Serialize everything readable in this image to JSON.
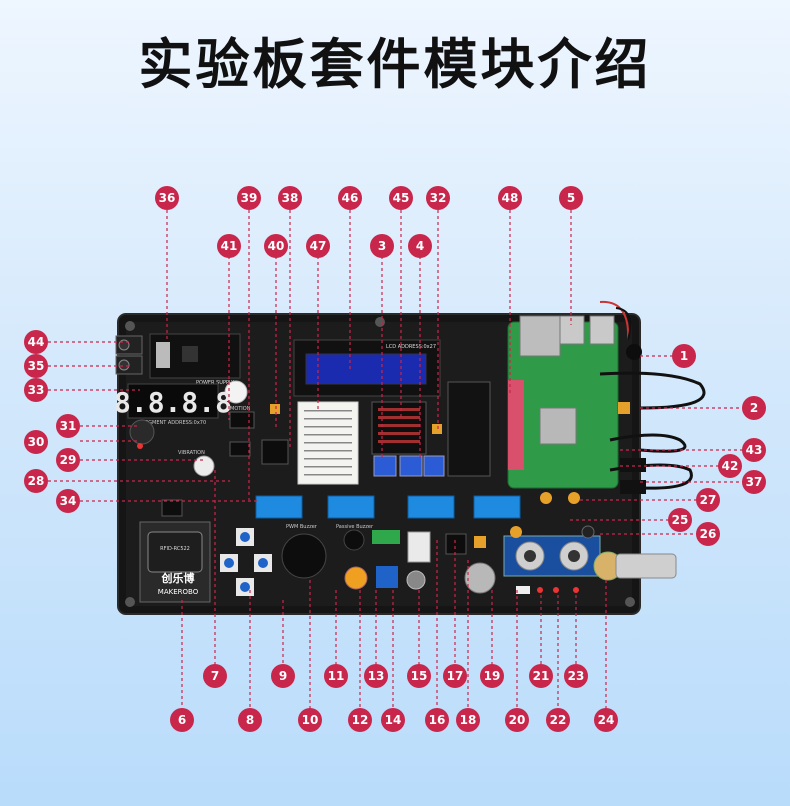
{
  "title": "实验板套件模块介绍",
  "board": {
    "lcd_label": "LCD ADDRESS:0x27",
    "segment_digits": "8.8.8.8",
    "segment_label": "SEGMENT ADDRESS:0x70",
    "power_label": "POWER SUPPLY",
    "vibration_label": "VIBRATION",
    "motion_label": "MOTION",
    "rfid_label": "RFID-RC522",
    "logo_cn": "创乐博",
    "logo_en": "MAKEROBO",
    "buzzer_label": "PWM Buzzer",
    "passive_buzzer_label": "Passive Buzzer"
  },
  "markers": [
    "1",
    "2",
    "3",
    "4",
    "5",
    "6",
    "7",
    "8",
    "9",
    "10",
    "11",
    "12",
    "13",
    "14",
    "15",
    "16",
    "17",
    "18",
    "19",
    "20",
    "21",
    "22",
    "23",
    "24",
    "25",
    "26",
    "27",
    "28",
    "29",
    "30",
    "31",
    "32",
    "33",
    "34",
    "35",
    "36",
    "37",
    "38",
    "39",
    "40",
    "41",
    "42",
    "43",
    "44",
    "45",
    "46",
    "47",
    "48"
  ],
  "colors": {
    "marker": "#c8264b",
    "board": "#151515",
    "lcd": "#1b2bb0",
    "dip": "#1f8be0",
    "pcb_green": "#2f9a48",
    "gpio_red": "#d8506c"
  }
}
